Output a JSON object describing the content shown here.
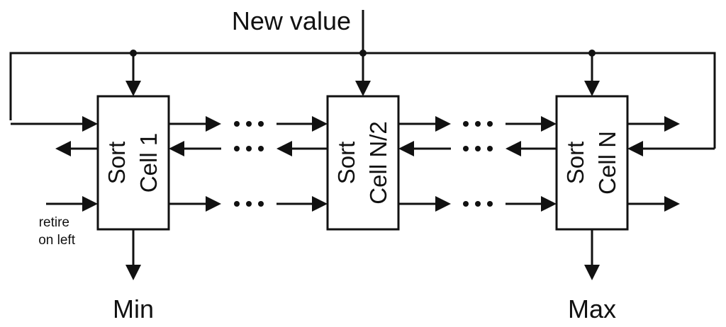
{
  "top_label": "New value",
  "bottom_labels": {
    "min": "Min",
    "max": "Max"
  },
  "side_note": [
    "retire",
    "on left"
  ],
  "cells": [
    {
      "line1": "Sort",
      "line2": "Cell 1"
    },
    {
      "line1": "Sort",
      "line2": "Cell N/2"
    },
    {
      "line1": "Sort",
      "line2": "Cell N"
    }
  ],
  "ellipsis": "• • •"
}
